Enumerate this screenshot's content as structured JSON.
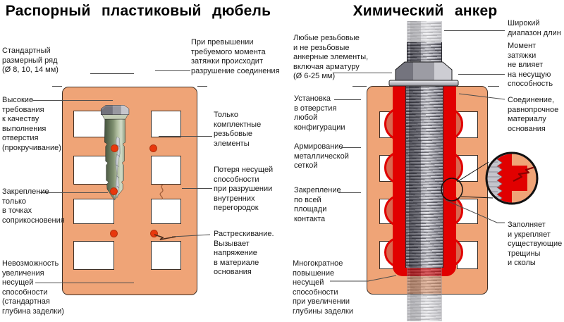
{
  "colors": {
    "background": "#ffffff",
    "brick": "#efa477",
    "brick_outline": "#3d2f26",
    "resin_red": "#e10000",
    "contact_dot": "#e8380d",
    "leader_line": "#4d4d4d",
    "text": "#1a1a1a",
    "dowel_dark": "#44523d",
    "dowel_light": "#d3dcc8",
    "metal_dark": "#72727c",
    "metal_mid": "#9898a0",
    "metal_light": "#c6c6cc"
  },
  "left_panel": {
    "title": "Распорный пластиковый дюбель",
    "labels": {
      "standard_sizes": "Стандартный\nразмерный ряд\n(Ø 8, 10, 14 мм)",
      "overtightening": "При превышении\nтребуемого момента\nзатяжки происходит\nразрушение соединения",
      "hole_quality": "Высокие\nтребования\nк качеству\nвыполнения\nотверстия\n(прокручивание)",
      "contact_points": "Закрепление\nтолько\nв точках\nсоприкосновения",
      "no_capacity_increase": "Невозможность\nувеличения\nнесущей\nспособности\n(стандартная\nглубина заделки)",
      "threaded_only": "Только\nкомплектные\nрезьбовые\nэлементы",
      "capacity_loss": "Потеря несущей\nспособности\nпри разрушении\nвнутренних\nперегородок",
      "cracking": "Растрескивание.\nВызывает\nнапряжение\nв материале\nоснования"
    }
  },
  "right_panel": {
    "title": "Химический анкер",
    "labels": {
      "any_elements": "Любые резьбовые\nи не резьбовые\nанкерные элементы,\nвключая арматуру\n(Ø 6-25 мм)",
      "length_range": "Широкий\nдиапазон длин",
      "torque": "Момент затяжки\nне влияет\nна несущую\nспособность",
      "any_hole": "Установка\nв отверстия\nлюбой\nконфигурации",
      "mesh": "Армирование\nметаллической\nсеткой",
      "full_contact": "Закрепление\nпо всей\nплощади\nконтакта",
      "capacity_gain": "Многократное\nповышение\nнесущей\nспособности\nпри увеличении\nглубины заделки",
      "equal_strength": "Соединение,\nравнопрочное\nматериалу\nоснования",
      "fills_cracks": "Заполняет\nи укрепляет\nсуществующие\nтрещины\nи сколы"
    }
  }
}
